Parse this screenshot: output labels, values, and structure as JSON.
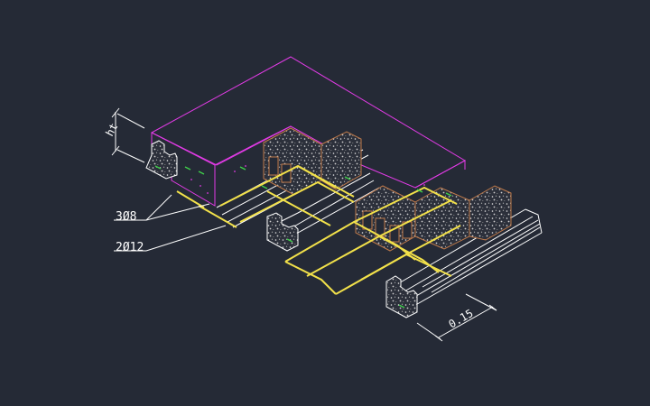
{
  "drawing": {
    "labels": {
      "ht": "ht",
      "stirrup": "3Ø8",
      "bars": "2Ø12",
      "width": "0.15"
    },
    "colors": {
      "background": "#252a36",
      "slab": "#e23be6",
      "rebar": "#f2e14a",
      "block_edge": "#c07a4a",
      "joist": "#ffffff",
      "hatch": "#d8d8d8",
      "tick": "#3fd14a",
      "dimension": "#ffffff"
    }
  }
}
